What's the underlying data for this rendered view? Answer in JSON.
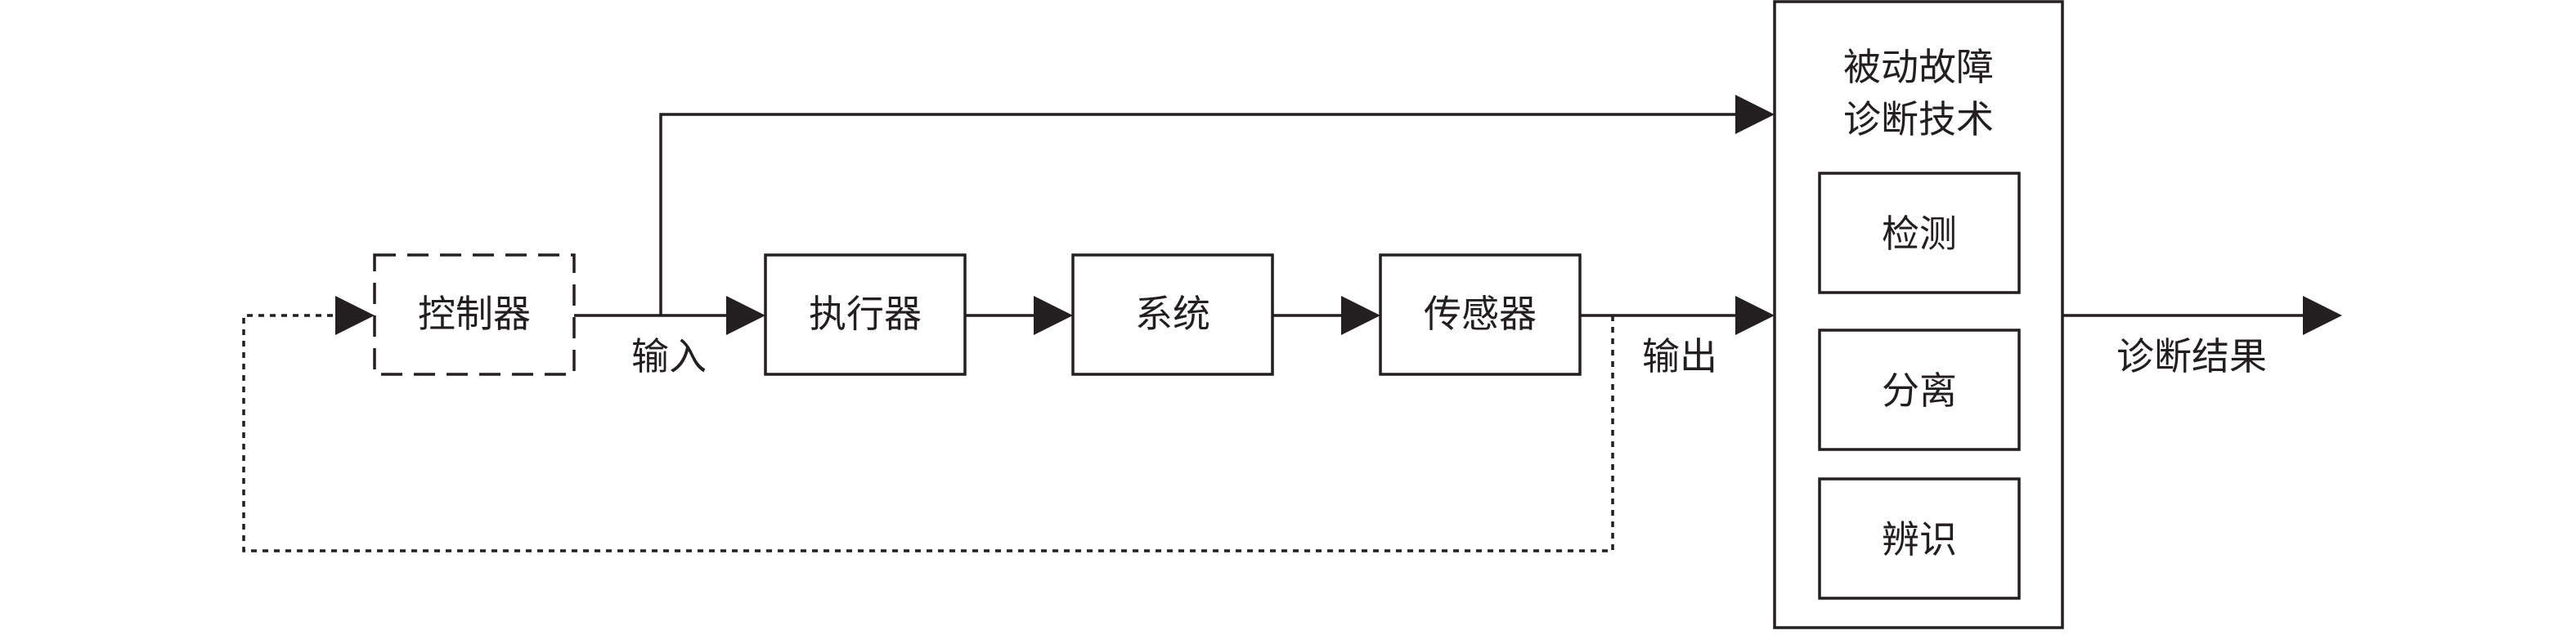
{
  "blocks": {
    "controller": "控制器",
    "actuator": "执行器",
    "system": "系统",
    "sensor": "传感器",
    "detection": "检测",
    "isolation": "分离",
    "identification": "辨识"
  },
  "diagnosis_title_line1": "被动故障",
  "diagnosis_title_line2": "诊断技术",
  "labels": {
    "input": "输入",
    "output": "输出",
    "result": "诊断结果"
  }
}
